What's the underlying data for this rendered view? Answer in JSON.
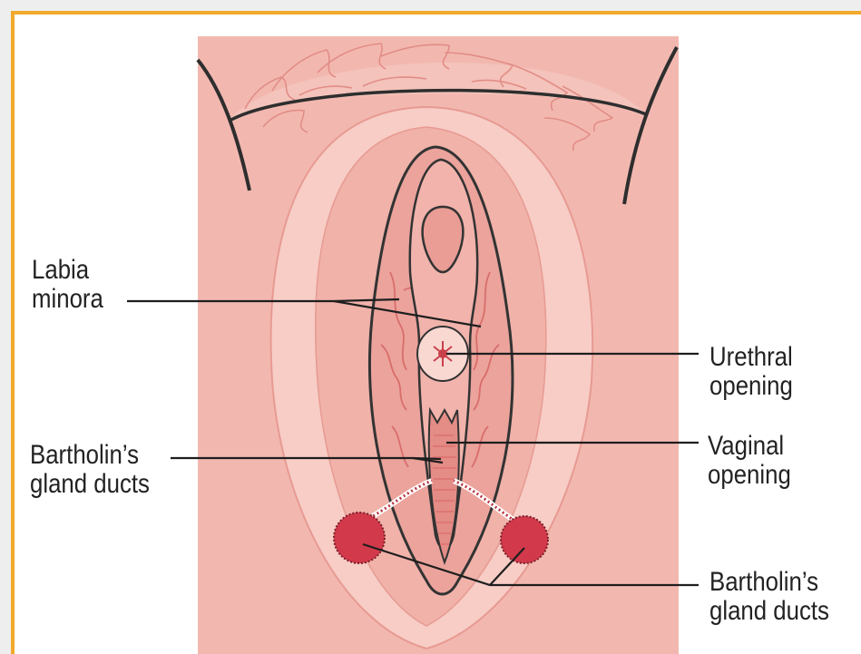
{
  "labels": {
    "labia_minora_line1": "Labia",
    "labia_minora_line2": "minora",
    "urethral_line1": "Urethral",
    "urethral_line2": "opening",
    "vaginal_line1": "Vaginal",
    "vaginal_line2": "opening",
    "bartholin_left_line1": "Bartholin’s",
    "bartholin_left_line2": "gland ducts",
    "bartholin_right_line1": "Bartholin’s",
    "bartholin_right_line2": "gland ducts"
  },
  "colors": {
    "frame_border": "#f2a92c",
    "skin": "#f2b8b0",
    "skin_light": "#f7cdc6",
    "tissue": "#eba39c",
    "vessel": "#d96d6a",
    "gland": "#d2394a",
    "outline": "#3a3a3a"
  }
}
